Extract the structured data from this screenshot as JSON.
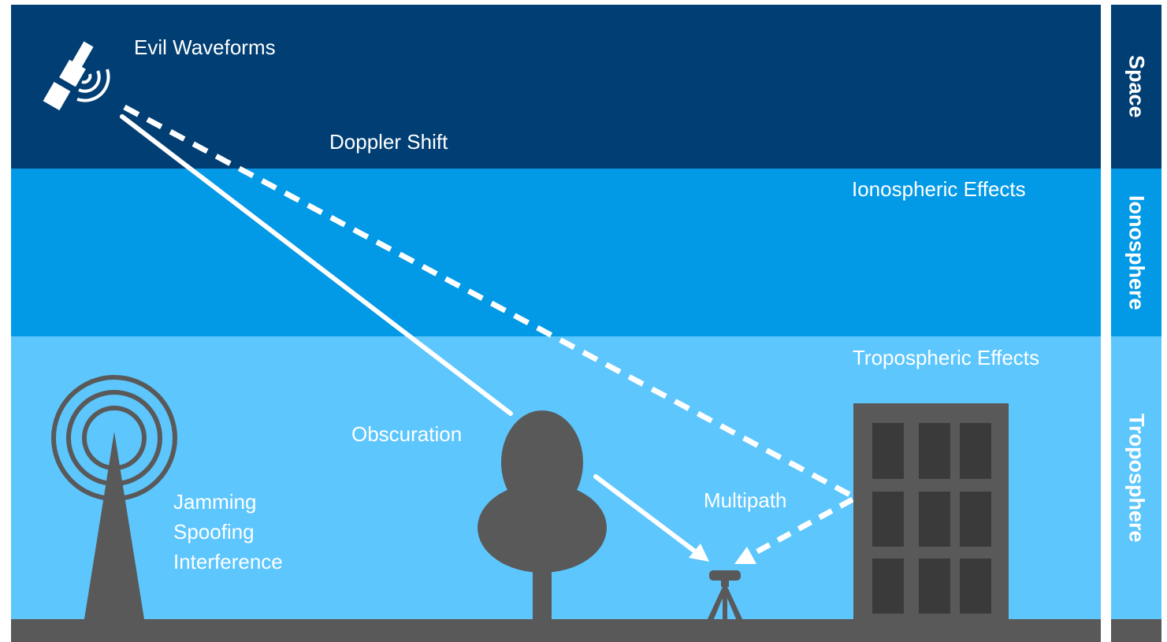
{
  "colors": {
    "space": "#003E73",
    "ionosphere": "#0299E6",
    "troposphere": "#5DC6FD",
    "ground": "#595959",
    "objects": "#595959",
    "signal": "#FFFFFF"
  },
  "layers": [
    {
      "label": "Space"
    },
    {
      "label": "Ionosphere"
    },
    {
      "label": "Troposphere"
    }
  ],
  "labels": {
    "evil_waveforms": "Evil Waveforms",
    "doppler_shift": "Doppler Shift",
    "ionospheric_effects": "Ionospheric Effects",
    "tropospheric_effects": "Tropospheric Effects",
    "obscuration": "Obscuration",
    "multipath": "Multipath",
    "jamming": "Jamming",
    "spoofing": "Spoofing",
    "interference": "Interference"
  },
  "icons": [
    "satellite-icon",
    "radio-tower-icon",
    "tree-icon",
    "gnss-receiver-icon",
    "building-icon"
  ]
}
